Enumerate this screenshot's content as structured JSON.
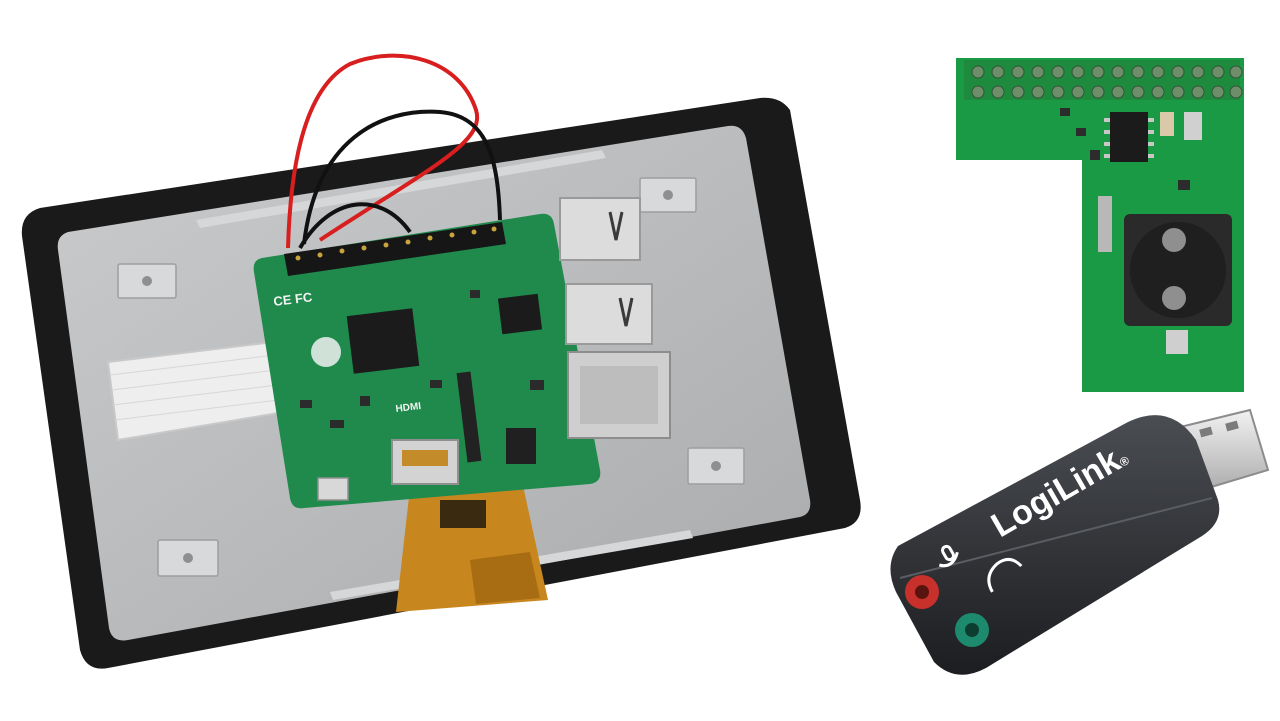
{
  "scene": {
    "background": "#ffffff",
    "objects": [
      {
        "name": "touchscreen-display",
        "kind": "7-inch display rear with mounted single-board computer"
      },
      {
        "name": "rtc-module",
        "kind": "green add-on board with coin cell holder"
      },
      {
        "name": "usb-sound-adapter",
        "kind": "black USB audio dongle"
      }
    ]
  },
  "board": {
    "ce_mark": "CE FC",
    "hdmi_label": "HDMI"
  },
  "usb_dongle": {
    "brand": "LogiLink",
    "registered": "®",
    "mic_color": "#c8312b",
    "headphone_color": "#1d8a6e"
  },
  "colors": {
    "pcb": "#1f8a4c",
    "display_back": "#b9bbbd",
    "display_frame": "#1a1a1a",
    "cable_red": "#d81e1e",
    "cable_black": "#111111",
    "flex_cable": "#c8861e"
  }
}
